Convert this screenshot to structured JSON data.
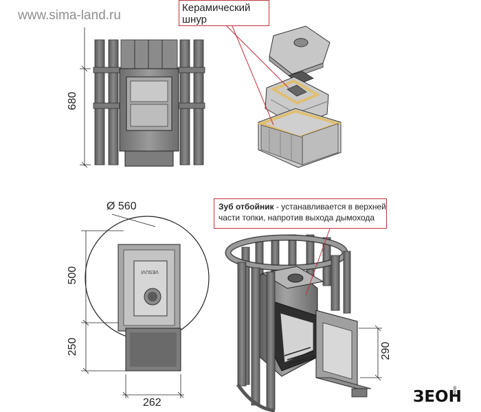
{
  "watermark": "www.sima-land.ru",
  "callouts": {
    "ceramic_cord": {
      "line1": "Керамический",
      "line2": "шнур"
    },
    "deflector_tooth": {
      "lead": "Зуб отбойник",
      "text1": " - устанавливается в верхней",
      "text2": "части топки, напротив выхода дымохода"
    }
  },
  "dimensions": {
    "height_top": "680",
    "diameter": "Ø 560",
    "height_body": "500",
    "height_leg": "250",
    "width_base": "262",
    "height_side": "290"
  },
  "stove_plate_text": "VESUVI",
  "logo": {
    "main": "ЗЕОН",
    "sub": "stove"
  },
  "colors": {
    "callout_border": "#c0303a",
    "metal_dark": "#6b6b6b",
    "metal_mid": "#8f8f8f",
    "metal_light": "#c4c4c4",
    "ceramic_cord": "#e6c98a"
  }
}
